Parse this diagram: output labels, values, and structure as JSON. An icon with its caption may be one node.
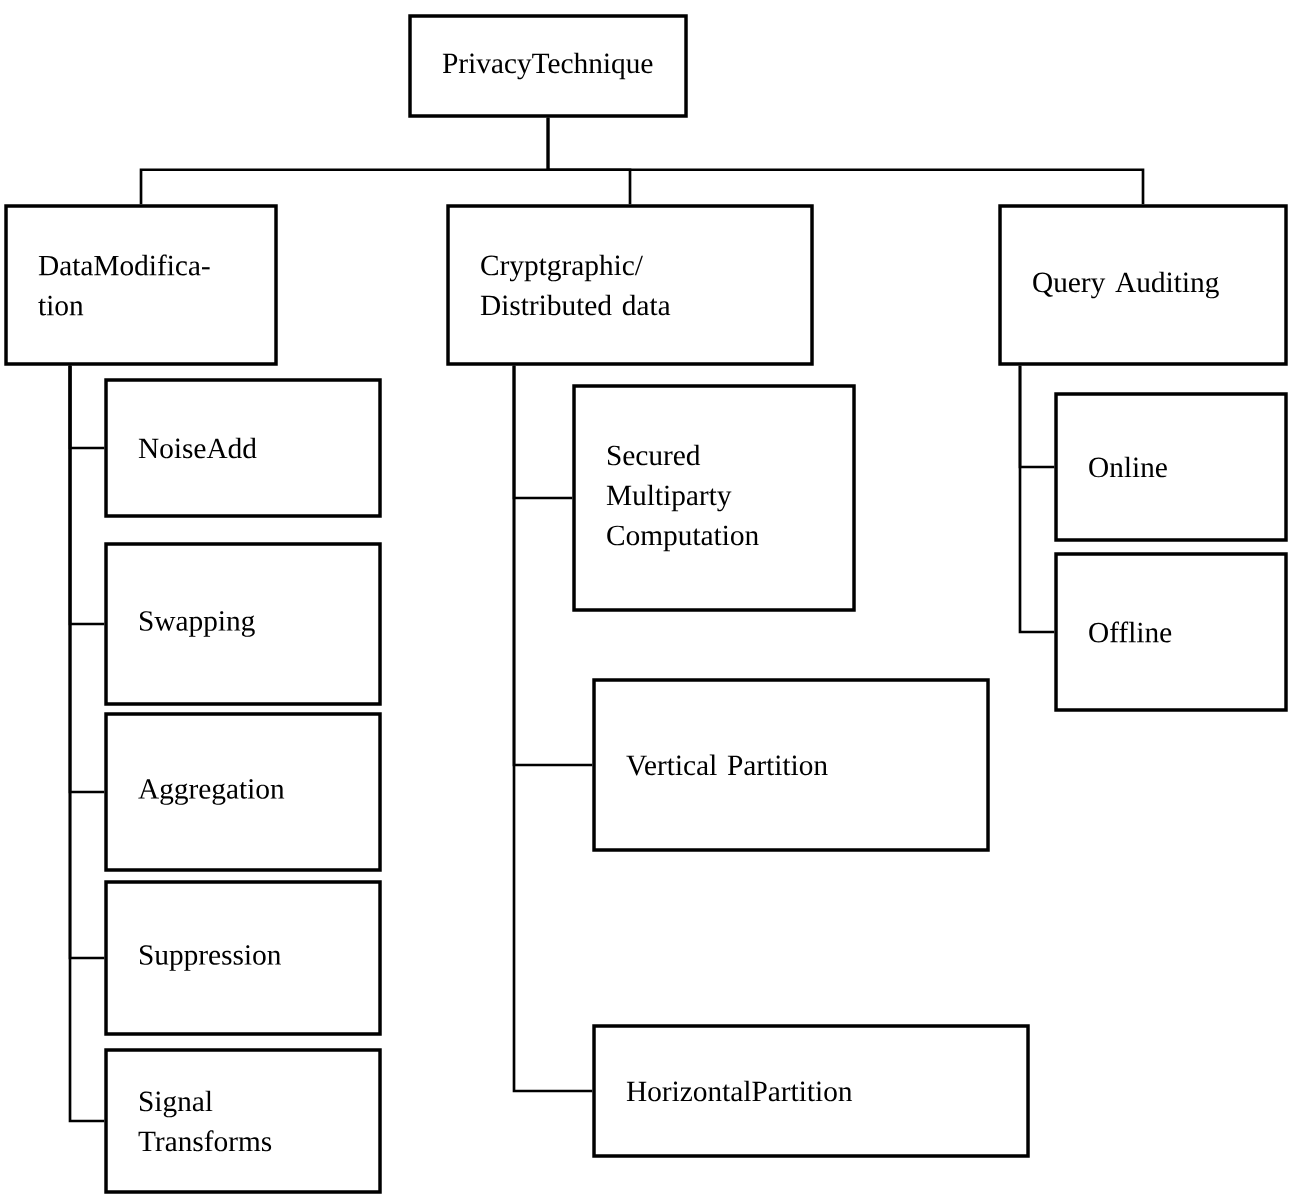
{
  "diagram": {
    "nodes": [
      {
        "text": [
          "PrivacyTechnique"
        ]
      },
      {
        "text": [
          "DataModifica-tion"
        ]
      },
      {
        "text": [
          "Cryptgraphic/ Distributed data"
        ]
      },
      {
        "text": [
          "Query Auditing"
        ]
      },
      {
        "text": [
          "NoiseAdd"
        ]
      },
      {
        "text": [
          "Swapping"
        ]
      },
      {
        "text": [
          "Aggregation"
        ]
      },
      {
        "text": [
          "Suppression"
        ]
      },
      {
        "text": [
          "Signal Transforms"
        ]
      },
      {
        "text": [
          "Secured Multiparty Computation"
        ]
      },
      {
        "text": [
          "Vertical Partition"
        ]
      },
      {
        "text": [
          "HorizontalPartition"
        ]
      },
      {
        "text": [
          "Online"
        ]
      },
      {
        "text": [
          "Offline"
        ]
      }
    ],
    "edges": [
      {
        "from": 0,
        "to": 1,
        "arrow": "none"
      },
      {
        "from": 0,
        "to": 2,
        "arrow": "none"
      },
      {
        "from": 0,
        "to": 3,
        "arrow": "none"
      },
      {
        "from": 1,
        "to": 4,
        "arrow": "none"
      },
      {
        "from": 1,
        "to": 5,
        "arrow": "none"
      },
      {
        "from": 1,
        "to": 6,
        "arrow": "none"
      },
      {
        "from": 1,
        "to": 7,
        "arrow": "none"
      },
      {
        "from": 1,
        "to": 8,
        "arrow": "none"
      },
      {
        "from": 2,
        "to": 9,
        "arrow": "none"
      },
      {
        "from": 2,
        "to": 10,
        "arrow": "none"
      },
      {
        "from": 2,
        "to": 11,
        "arrow": "none"
      },
      {
        "from": 3,
        "to": 12,
        "arrow": "none"
      },
      {
        "from": 3,
        "to": 13,
        "arrow": "none"
      }
    ]
  }
}
